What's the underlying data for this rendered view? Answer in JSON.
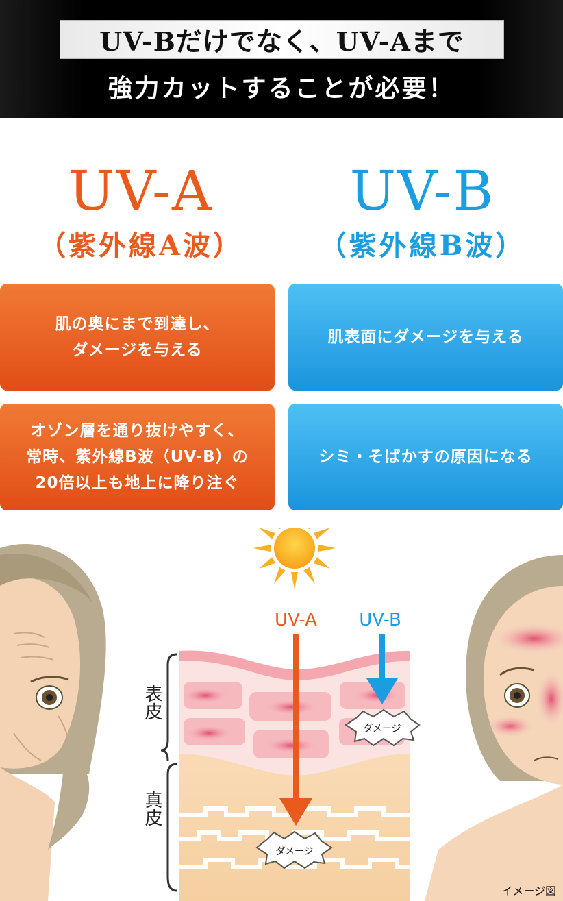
{
  "banner": {
    "line1": "UV-Bだけでなく、UV-Aまで",
    "line2": "強力カットすることが必要！"
  },
  "uva": {
    "title": "UV-A",
    "subtitle": "（紫外線A波）",
    "card1": "肌の奥にまで到達し、\nダメージを与える",
    "card2": "オゾン層を通り抜けやすく、\n常時、紫外線B波（UV-B）の\n20倍以上も地上に降り注ぐ",
    "color": "#e95a1d"
  },
  "uvb": {
    "title": "UV-B",
    "subtitle": "（紫外線B波）",
    "card1": "肌表面にダメージを与える",
    "card2": "シミ・そばかすの原因になる",
    "color": "#1a9ee0"
  },
  "illustration": {
    "uva_label": "UV-A",
    "uvb_label": "UV-B",
    "epidermis_label": "表皮",
    "dermis_label": "真皮",
    "damage_label_1": "ダメージ",
    "damage_label_2": "ダメージ",
    "icons": [
      "sun-icon",
      "woman-aged-face",
      "woman-face-blemish"
    ]
  },
  "footer": "イメージ図"
}
